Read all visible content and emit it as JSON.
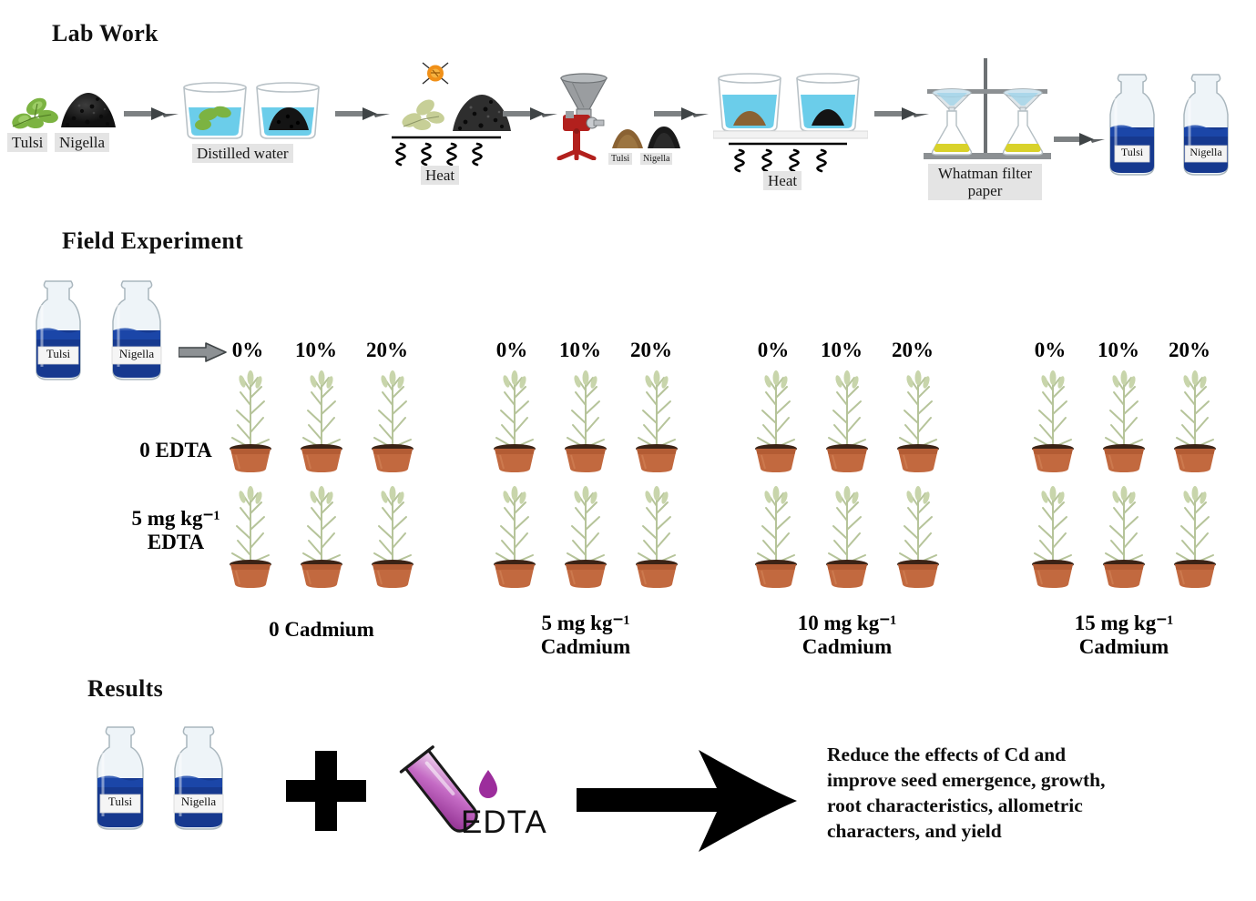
{
  "sections": {
    "lab": "Lab Work",
    "field": "Field Experiment",
    "results": "Results"
  },
  "lab_work": {
    "raw_materials": {
      "tulsi": "Tulsi",
      "nigella": "Nigella"
    },
    "step_distilled_water": "Distilled water",
    "step_heat_1": "Heat",
    "ground_powders": {
      "tulsi": "Tulsi",
      "nigella": "Nigella"
    },
    "step_heat_2": "Heat",
    "step_filter": "Whatman filter\npaper",
    "step_filter_line1": "Whatman filter",
    "step_filter_line2": "paper",
    "extract_bottles": {
      "tulsi": "Tulsi",
      "nigella": "Nigella"
    },
    "icons": {
      "sun": "sun-icon",
      "grinder": "grinder-icon",
      "arrow": "process-arrow-icon"
    }
  },
  "field_experiment": {
    "source_bottles": {
      "tulsi": "Tulsi",
      "nigella": "Nigella"
    },
    "extract_doses": [
      "0%",
      "10%",
      "20%"
    ],
    "edta_rows": [
      {
        "id": "row-0-edta",
        "line1": "0 EDTA",
        "line2": ""
      },
      {
        "id": "row-5-edta",
        "line1": "5 mg kg⁻¹",
        "line2": "EDTA"
      }
    ],
    "cadmium_blocks": [
      {
        "id": "cd-0",
        "line1": "0 Cadmium",
        "line2": ""
      },
      {
        "id": "cd-5",
        "line1": "5 mg kg⁻¹",
        "line2": "Cadmium"
      },
      {
        "id": "cd-10",
        "line1": "10 mg kg⁻¹",
        "line2": "Cadmium"
      },
      {
        "id": "cd-15",
        "line1": "15 mg kg⁻¹",
        "line2": "Cadmium"
      }
    ]
  },
  "results": {
    "bottles": {
      "tulsi": "Tulsi",
      "nigella": "Nigella"
    },
    "plus_symbol": "+",
    "edta_label": "EDTA",
    "outcome_lines": [
      "Reduce the effects of Cd and",
      "improve seed emergence, growth,",
      "root characteristics, allometric",
      "characters, and yield"
    ]
  },
  "colors": {
    "water": "#5ec9e8",
    "bottle_liquid": "#16398f",
    "pot": "#c2693f",
    "soil": "#3b2316",
    "plant": "#c3cfa2",
    "edta_tube": "#a839a8",
    "grinder_red": "#b2201d",
    "sun": "#f09018",
    "arrow_grey": "#7d8183",
    "flask_liquid": "#d9d22a"
  }
}
